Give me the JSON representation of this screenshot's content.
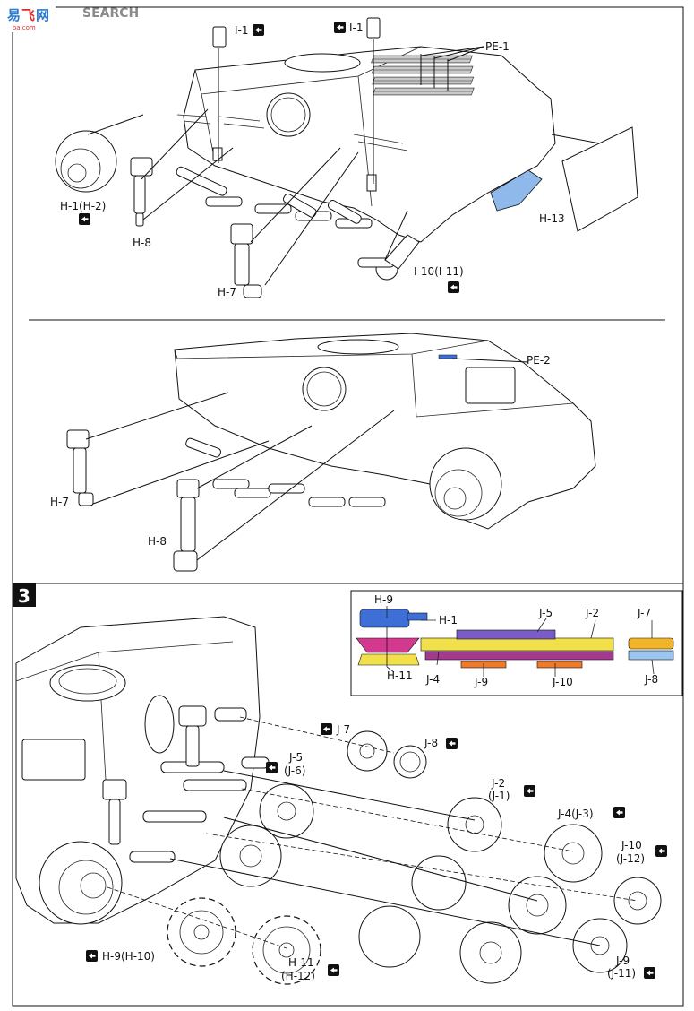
{
  "watermark": {
    "brand": "SEARCH",
    "sub": "oa.com"
  },
  "step": {
    "number": "3"
  },
  "panel1": {
    "labels": {
      "i1_left": "I-1",
      "i1_right": "I-1",
      "pe1": "PE-1",
      "h1": "H-1(H-2)",
      "h8": "H-8",
      "h7": "H-7",
      "i10": "I-10(I-11)",
      "h13": "H-13"
    }
  },
  "panel2": {
    "labels": {
      "pe2": "PE-2",
      "h7": "H-7",
      "h8": "H-8"
    }
  },
  "panel3": {
    "inset": {
      "h9": "H-9",
      "h1": "H-1",
      "h11": "H-11",
      "j5": "J-5",
      "j2": "J-2",
      "j7": "J-7",
      "j4": "J-4",
      "j9": "J-9",
      "j10": "J-10",
      "j8": "J-8"
    },
    "labels": {
      "j7": "J-7",
      "j8": "J-8",
      "j5": "J-5",
      "j6": "(J-6)",
      "j2": "J-2",
      "j1": "(J-1)",
      "j4": "J-4(J-3)",
      "j10": "J-10",
      "j12": "(J-12)",
      "h9": "H-9(H-10)",
      "h11": "H-11",
      "h12": "(H-12)",
      "j9": "J-9",
      "j11": "(J-11)"
    }
  },
  "colors": {
    "blue": "#3d6fd6",
    "magenta": "#d33a8f",
    "yellow": "#f2e04a",
    "purple": "#7a5cc8",
    "orange": "#f07a2a",
    "lightblue": "#9cc6ee",
    "hull_blue": "#8fb9ea",
    "border": "#111111"
  },
  "icons": [
    "glue-icon",
    "watermark-logo-icon"
  ]
}
